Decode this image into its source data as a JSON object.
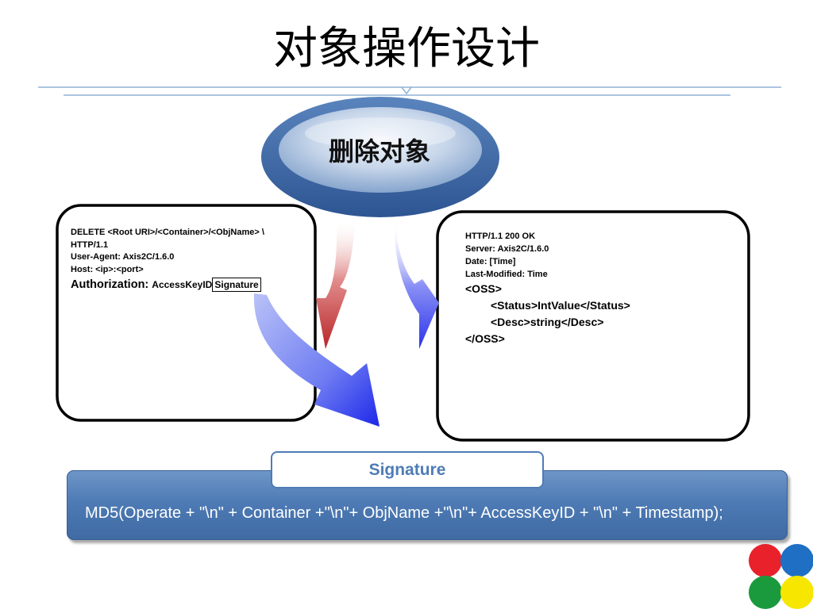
{
  "title": "对象操作设计",
  "topic": "删除对象",
  "request": {
    "lines": [
      "DELETE <Root URI>/<Container>/<ObjName>  \\",
      "HTTP/1.1",
      "User-Agent: Axis2C/1.6.0",
      "Host: <ip>:<port>"
    ],
    "auth_label": "Authorization: ",
    "auth_key": "AccessKeyID",
    "auth_sig": "Signature"
  },
  "response": {
    "headers": [
      "HTTP/1.1 200 OK",
      "Server: Axis2C/1.6.0",
      "Date: [Time]",
      "Last-Modified: Time"
    ],
    "xml": [
      "<OSS>",
      "<Status>IntValue</Status>",
      "<Desc>string</Desc>",
      "</OSS>"
    ]
  },
  "signature": {
    "tab_label": "Signature",
    "formula": "MD5(Operate + \"\\n\" + Container +\"\\n\"+ ObjName +\"\\n\"+ AccessKeyID + \"\\n\" + Timestamp);"
  },
  "colors": {
    "accent_blue": "#4f7cb6",
    "arrow_red": "#c0393b",
    "arrow_blue": "#2f33e8",
    "logo": [
      "#e8212a",
      "#1f6fc4",
      "#1a9a3c",
      "#f6e600"
    ]
  }
}
